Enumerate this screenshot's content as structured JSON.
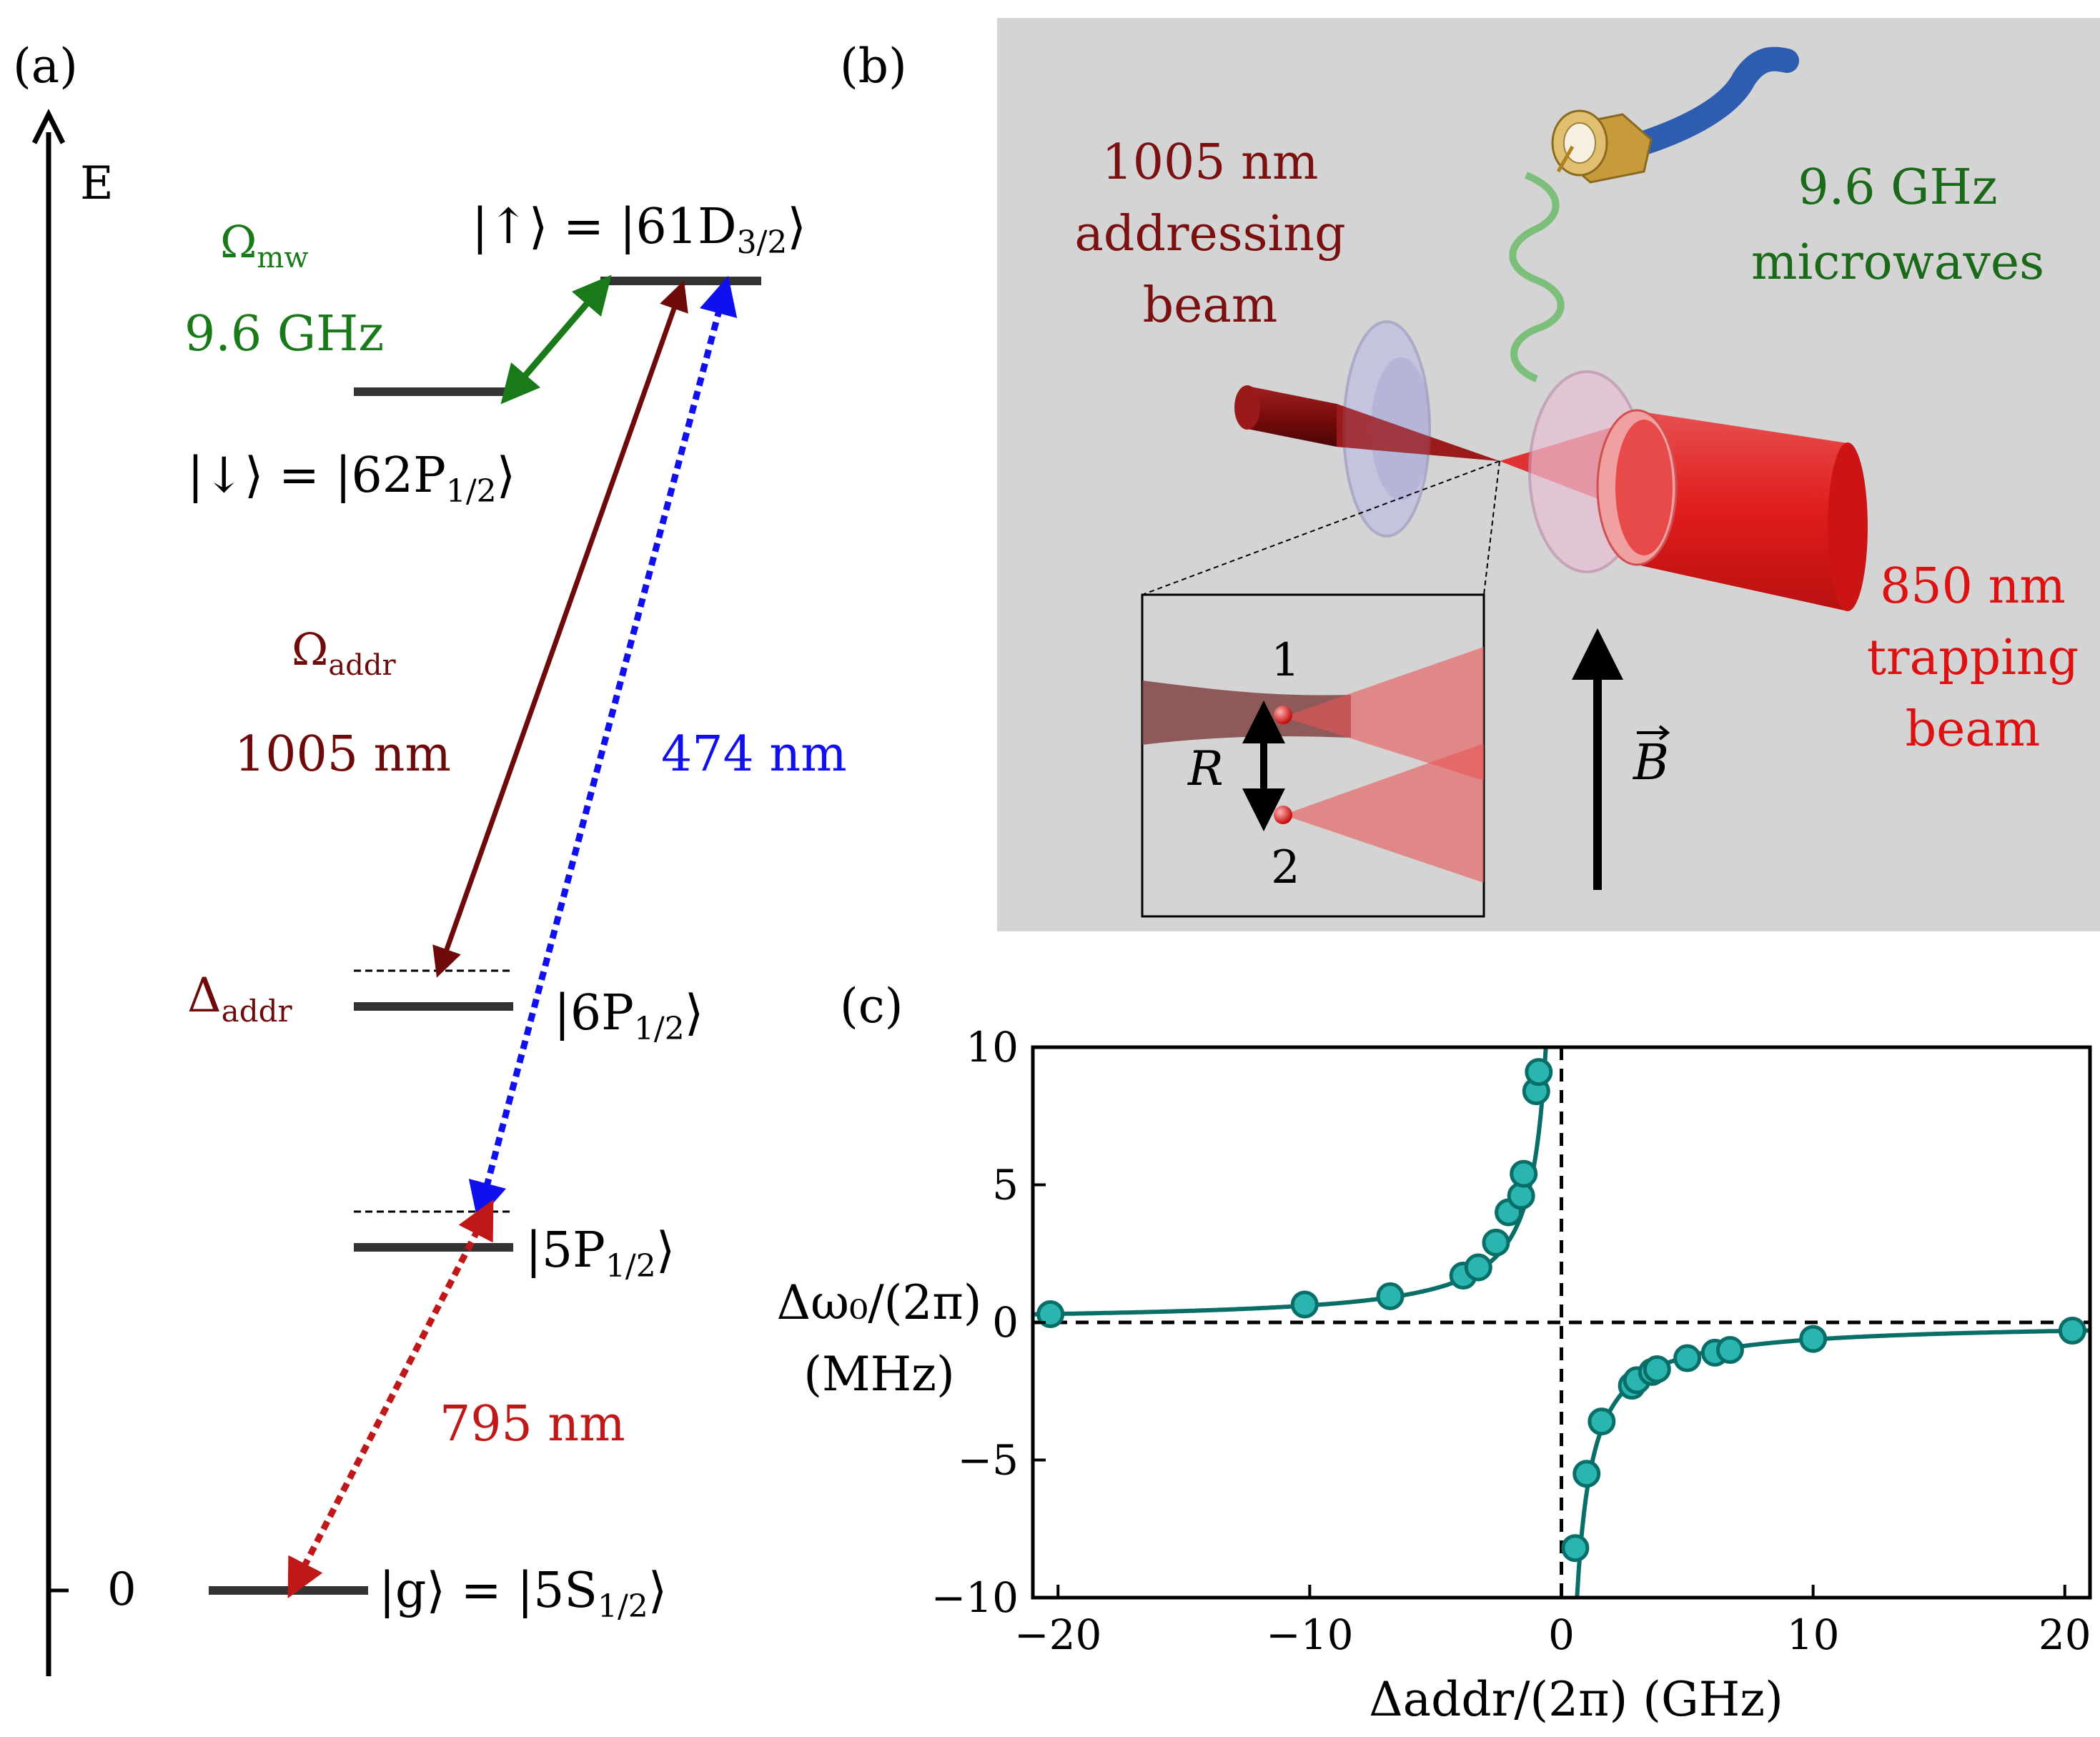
{
  "panel_a": {
    "label": "(a)",
    "axis_label": "E",
    "zero_label": "0",
    "levels": {
      "up": {
        "lhs": "|↑⟩ = ",
        "ket": "|61D",
        "sub": "3/2",
        "close": "⟩"
      },
      "down": {
        "lhs": "|↓⟩ = ",
        "ket": "|62P",
        "sub": "1/2",
        "close": "⟩"
      },
      "p6": {
        "ket": "|6P",
        "sub": "1/2",
        "close": "⟩"
      },
      "p5": {
        "ket": "|5P",
        "sub": "1/2",
        "close": "⟩"
      },
      "g": {
        "lhs": "|g⟩ = ",
        "ket": "|5S",
        "sub": "1/2",
        "close": "⟩"
      }
    },
    "omega_mw": {
      "sym": "Ω",
      "sub": "mw"
    },
    "mw_freq": "9.6 GHz",
    "omega_addr": {
      "sym": "Ω",
      "sub": "addr"
    },
    "addr_wl": "1005 nm",
    "wl_474": "474 nm",
    "wl_795": "795 nm",
    "delta_addr": {
      "sym": "Δ",
      "sub": "addr"
    },
    "colors": {
      "mw": "#1a7a1a",
      "addr": "#6e0a0a",
      "blue": "#1010ee",
      "red": "#c01818",
      "level": "#333333"
    }
  },
  "panel_b": {
    "label": "(b)",
    "addr_beam": [
      "1005 nm",
      "addressing",
      "beam"
    ],
    "microwaves": [
      "9.6 GHz",
      "microwaves"
    ],
    "trap_beam": [
      "850 nm",
      "trapping",
      "beam"
    ],
    "field": "B",
    "inset": {
      "atom1": "1",
      "atom2": "2",
      "sep": "R"
    },
    "colors": {
      "bg": "#d4d4d4",
      "addr": "#7a1010",
      "trap": "#e02020",
      "mw_text": "#1a6a1a",
      "trap_text": "#dd1111",
      "addr_text": "#7a1010",
      "cable": "#2e5db0"
    }
  },
  "panel_c": {
    "label": "(c)",
    "ylabel": [
      "Δω₀/(2π)",
      "(MHz)"
    ],
    "xlabel": "Δaddr/(2π) (GHz)",
    "xticks": [
      "−20",
      "−10",
      "0",
      "10",
      "20"
    ],
    "yticks": [
      "10",
      "5",
      "0",
      "−5",
      "−10"
    ]
  },
  "chart_data": {
    "type": "scatter",
    "xlabel": "Δaddr/(2π) (GHz)",
    "ylabel": "Δω₀/(2π) (MHz)",
    "xlim": [
      -21,
      21
    ],
    "ylim": [
      -10,
      10
    ],
    "marker_color": "#2bb5b0",
    "fit_color": "#0a6e68",
    "points": [
      [
        -20.3,
        0.3
      ],
      [
        -10.2,
        0.65
      ],
      [
        -6.8,
        0.95
      ],
      [
        -3.9,
        1.7
      ],
      [
        -3.3,
        2.0
      ],
      [
        -2.6,
        2.9
      ],
      [
        -2.1,
        4.0
      ],
      [
        -1.6,
        4.6
      ],
      [
        -1.5,
        5.4
      ],
      [
        -1.0,
        8.4
      ],
      [
        -0.9,
        9.1
      ],
      [
        0.55,
        -8.2
      ],
      [
        1.0,
        -5.5
      ],
      [
        1.6,
        -3.6
      ],
      [
        2.8,
        -2.3
      ],
      [
        3.0,
        -2.1
      ],
      [
        3.6,
        -1.8
      ],
      [
        3.8,
        -1.7
      ],
      [
        5.0,
        -1.3
      ],
      [
        6.1,
        -1.1
      ],
      [
        6.7,
        -1.0
      ],
      [
        10.0,
        -0.6
      ],
      [
        20.3,
        -0.3
      ]
    ],
    "fit": {
      "form": "a/x",
      "a": -6.2
    },
    "reference_lines": {
      "x": 0,
      "y": 0,
      "style": "dashed"
    }
  }
}
